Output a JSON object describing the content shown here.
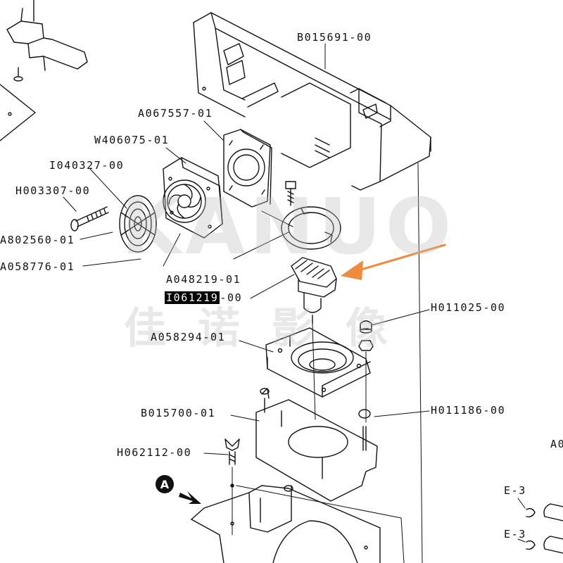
{
  "labels": {
    "b015691": "B015691-00",
    "a067557": "A067557-01",
    "w406075": "W406075-01",
    "i040327": "I040327-00",
    "h003307": "H003307-00",
    "a802560": "A802560-01",
    "a058776": "A058776-01",
    "a048219": "A048219-01",
    "i061219_code": "I061219",
    "i061219_suffix": "-00",
    "h011025": "H011025-00",
    "a058294": "A058294-01",
    "h011186": "H011186-00",
    "b015700": "B015700-01",
    "h062112": "H062112-00",
    "a_ref": "A0",
    "e3_top": "E-3",
    "e3_bottom": "E-3"
  },
  "callout": {
    "letter": "A"
  },
  "watermark": {
    "latin": "KANUO",
    "cjk": "佳 诺 影 像"
  },
  "colors": {
    "line": "#111111",
    "arrow": "#f08a3c",
    "highlight": "#000000",
    "watermark": "#bdbdbd"
  }
}
